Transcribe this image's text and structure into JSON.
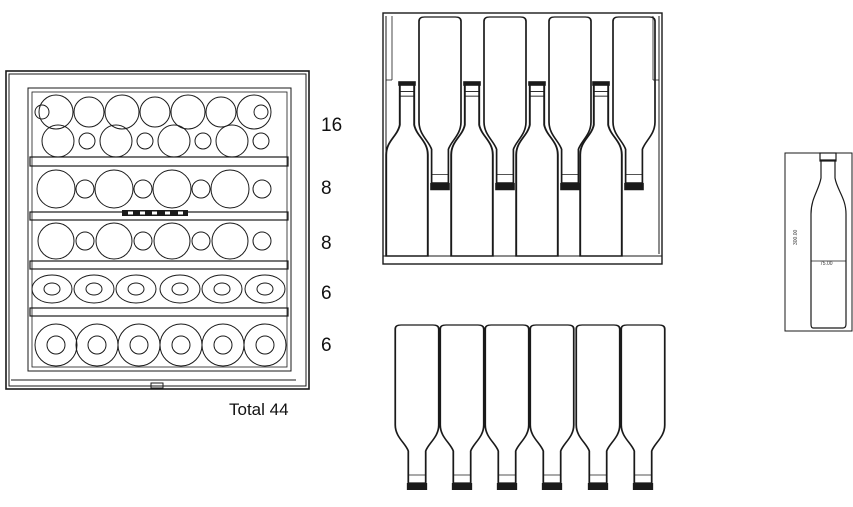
{
  "shelf_counts": [
    "16",
    "8",
    "8",
    "6",
    "6"
  ],
  "total_label": "Total 44",
  "bottle_dims": {
    "height": "300.00",
    "width": "75.00"
  },
  "colors": {
    "line": "#1a1a1a",
    "background": "#ffffff"
  }
}
